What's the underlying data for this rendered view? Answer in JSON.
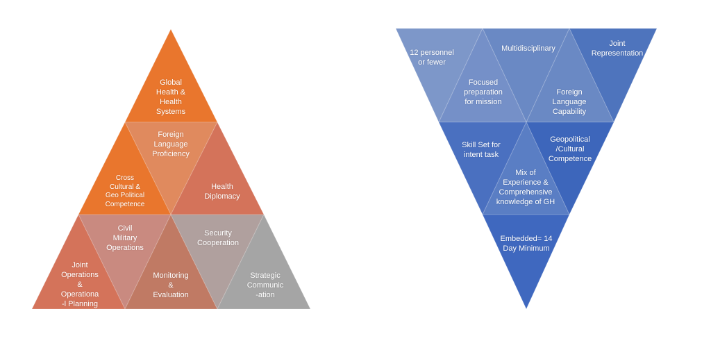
{
  "pyramid": {
    "tiers": [
      {
        "label": "Global\nHealth &\nHealth\nSystems",
        "color": "#e9762d"
      },
      {
        "label": "Foreign\nLanguage\nProficiency",
        "color": "#e08a5e"
      },
      {
        "label": "Cross\nCultural &\nGeo Political\nCompetence",
        "color": "#e9762d"
      },
      {
        "label": "Health\nDiplomacy",
        "color": "#d4735a"
      },
      {
        "label": "Civil\nMilitary\nOperations",
        "color": "#c98a80"
      },
      {
        "label": "Joint\nOperations\n&\nOperationa\n-l Planning",
        "color": "#d4735a"
      },
      {
        "label": "Monitoring\n&\nEvaluation",
        "color": "#c07a64"
      },
      {
        "label": "Security\nCooperation",
        "color": "#b0a09e"
      },
      {
        "label": "Strategic\nCommunic\n-ation",
        "color": "#a5a5a5"
      }
    ]
  },
  "inverted": {
    "cells": [
      {
        "label": "12 personnel\nor fewer",
        "color": "#7d97c9"
      },
      {
        "label": "Multidisciplinary",
        "color": "#6a89c4"
      },
      {
        "label": "Joint\nRepresentation",
        "color": "#4e74bd"
      },
      {
        "label": "Focused\npreparation\nfor mission",
        "color": "#7590c8"
      },
      {
        "label": "Foreign\nLanguage\nCapability",
        "color": "#6a89c4"
      },
      {
        "label": "Skill Set for\nintent task",
        "color": "#4a70c0"
      },
      {
        "label": "Geopolitical\n/Cultural\nCompetence",
        "color": "#3d66bb"
      },
      {
        "label": "Mix of\nExperience &\nComprehensive\nknowledge of GH",
        "color": "#5a7ec4"
      },
      {
        "label": "Embedded= 14\nDay Minimum",
        "color": "#3f68bf"
      }
    ]
  }
}
